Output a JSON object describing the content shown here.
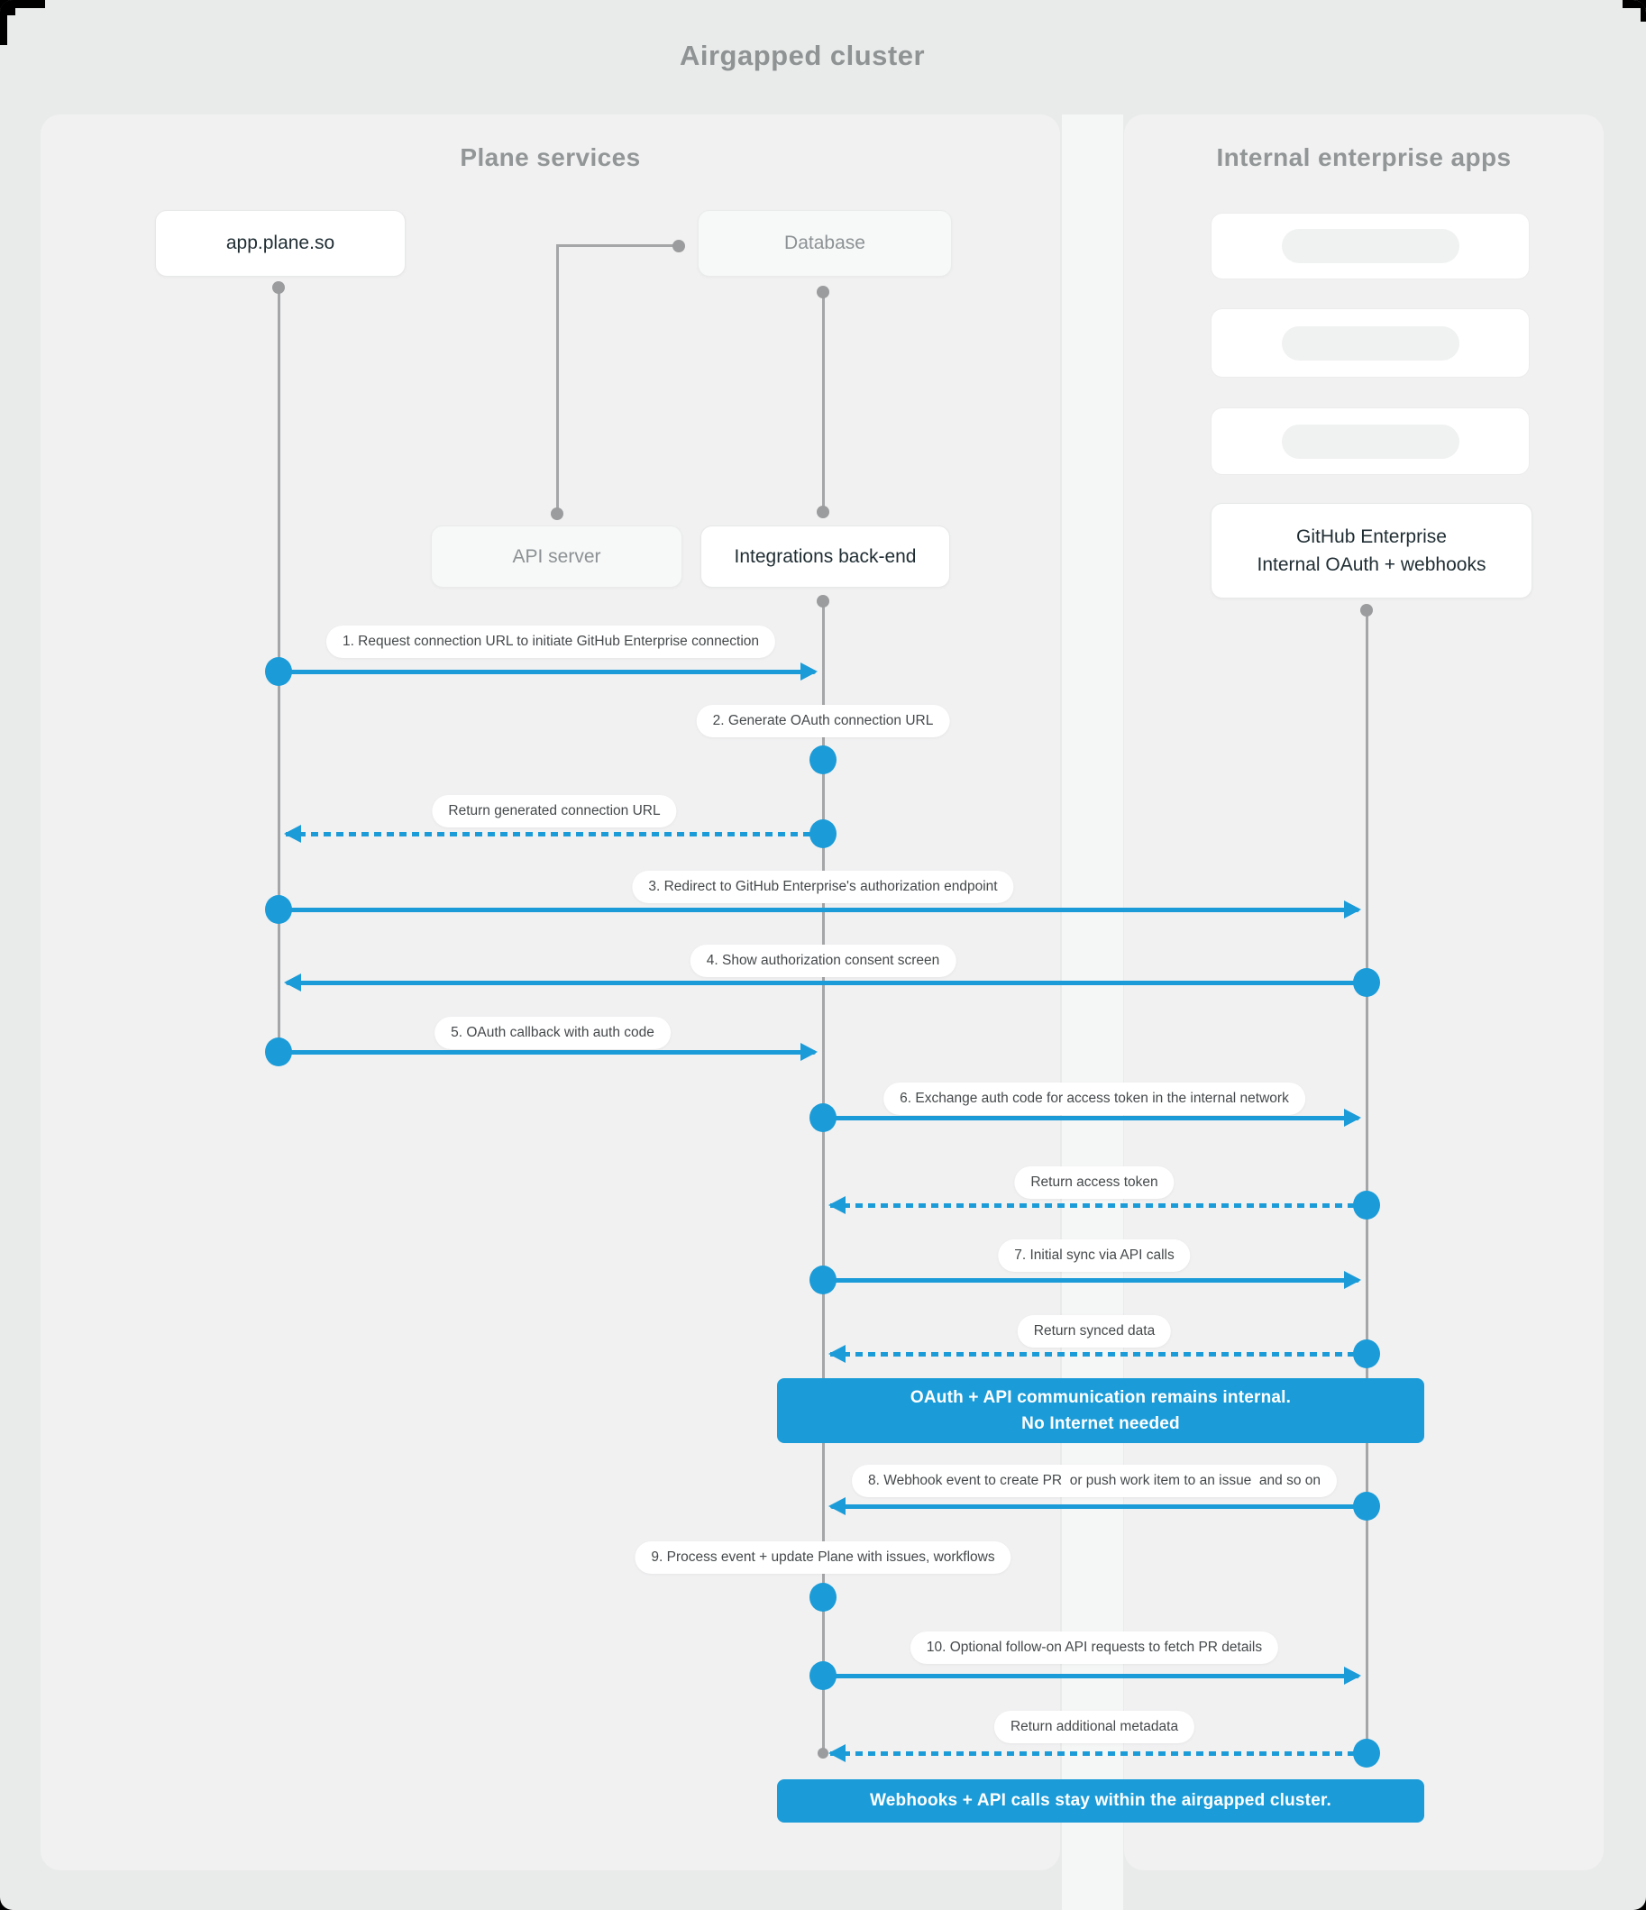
{
  "title": "Airgapped cluster",
  "accent_color": "#1b9cd8",
  "lifeline_color": "#a5a6a7",
  "panels": {
    "plane": {
      "title": "Plane services"
    },
    "internal": {
      "title": "Internal enterprise apps"
    }
  },
  "actors": {
    "app": {
      "label": "app.plane.so"
    },
    "database": {
      "label": "Database"
    },
    "api_server": {
      "label": "API server"
    },
    "integrations": {
      "label": "Integrations back-end"
    },
    "github": {
      "label_line1": "GitHub Enterprise",
      "label_line2": "Internal OAuth + webhooks"
    }
  },
  "messages": {
    "m1": "1. Request connection URL to initiate GitHub Enterprise connection",
    "m2": "2. Generate OAuth connection URL",
    "m3": "Return generated connection URL",
    "m4": "3. Redirect to GitHub Enterprise's authorization endpoint",
    "m5": "4. Show authorization consent screen",
    "m6": "5. OAuth callback with auth code",
    "m7": "6. Exchange auth code for access token in the internal network",
    "m8": "Return access token",
    "m9": "7. Initial sync via API calls",
    "m10": "Return synced data",
    "m11": "8. Webhook event to create PR  or push work item to an issue  and so on",
    "m12": "9. Process event + update Plane with issues, workflows",
    "m13": "10. Optional follow-on API requests to fetch PR details",
    "m14": "Return additional metadata"
  },
  "banners": {
    "internal_note_line1": "OAuth + API communication remains internal.",
    "internal_note_line2": "No Internet needed",
    "airgap_note": "Webhooks + API calls stay within the airgapped cluster."
  }
}
